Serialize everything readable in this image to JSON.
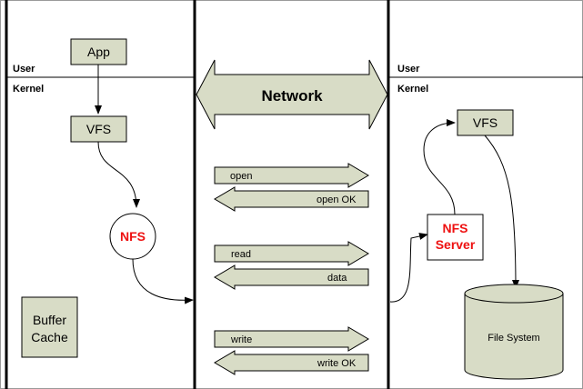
{
  "colors": {
    "box_fill": "#d8dcc6",
    "box_stroke": "#000000",
    "nfs_text": "#ee1111",
    "line": "#000000"
  },
  "client": {
    "user_label": "User",
    "kernel_label": "Kernel",
    "app": "App",
    "vfs": "VFS",
    "nfs": "NFS",
    "buffer_cache_line1": "Buffer",
    "buffer_cache_line2": "Cache"
  },
  "network": {
    "title": "Network",
    "messages": [
      {
        "request": "open",
        "reply": "open OK"
      },
      {
        "request": "read",
        "reply": "data"
      },
      {
        "request": "write",
        "reply": "write OK"
      }
    ]
  },
  "server": {
    "user_label": "User",
    "kernel_label": "Kernel",
    "vfs": "VFS",
    "nfs_server_line1": "NFS",
    "nfs_server_line2": "Server",
    "file_system": "File System"
  }
}
